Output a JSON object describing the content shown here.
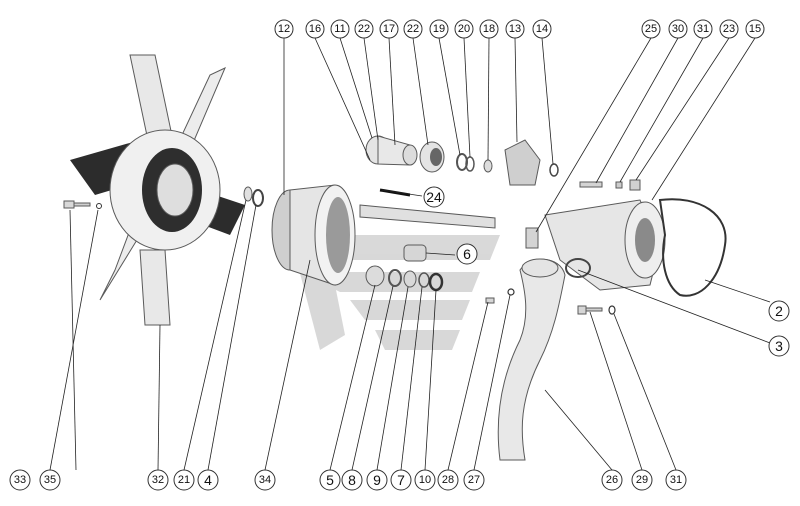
{
  "diagram": {
    "type": "exploded-assembly",
    "background": "#ffffff",
    "part_fill": "#e6e6e6",
    "shadow_fill": "#8c8c8c",
    "gasket_fill": "#2c2c2c",
    "watermark_color": "#b9b9b9"
  },
  "callouts": {
    "top": [
      "12",
      "16",
      "11",
      "22",
      "17",
      "22",
      "19",
      "20",
      "18",
      "13",
      "14",
      "25",
      "30",
      "31",
      "23",
      "15"
    ],
    "right": [
      "2",
      "3"
    ],
    "inline": [
      "24",
      "6"
    ],
    "bottom": [
      "33",
      "35",
      "32",
      "21",
      "4",
      "34",
      "5",
      "8",
      "9",
      "7",
      "10",
      "28",
      "27",
      "26",
      "29",
      "31"
    ]
  }
}
